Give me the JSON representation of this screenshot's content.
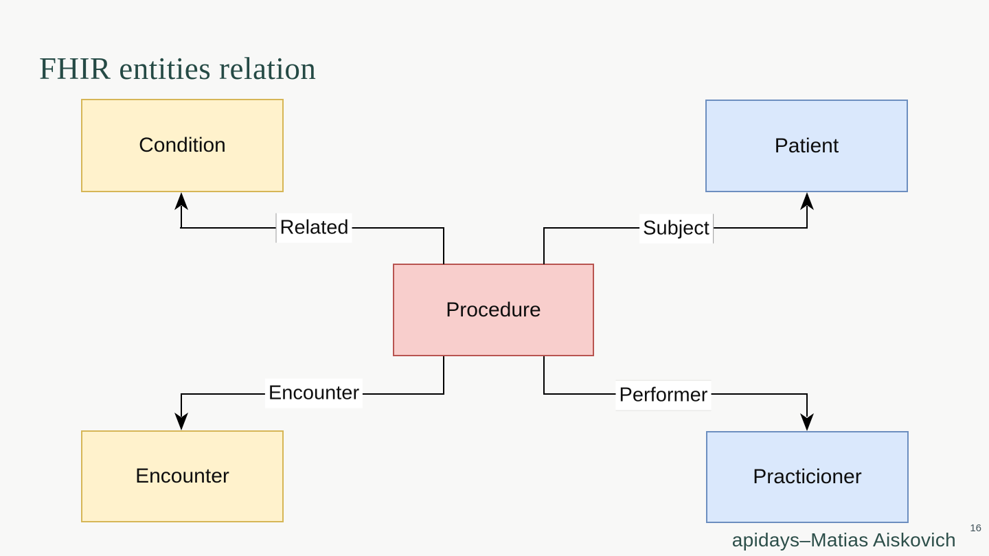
{
  "slide": {
    "title": "FHIR entities relation",
    "footer": "apidays–Matias Aiskovich",
    "page_number": "16",
    "background_color": "#f8f8f7",
    "title_color": "#254a45",
    "footer_color": "#2d4f4a"
  },
  "diagram": {
    "line_color": "#000000",
    "nodes": [
      {
        "id": "condition",
        "label": "Condition",
        "fill": "#fff2cc",
        "stroke": "#d6b656"
      },
      {
        "id": "patient",
        "label": "Patient",
        "fill": "#dae8fc",
        "stroke": "#6c8ebf"
      },
      {
        "id": "procedure",
        "label": "Procedure",
        "fill": "#f8cecc",
        "stroke": "#b85450"
      },
      {
        "id": "encounter",
        "label": "Encounter",
        "fill": "#fff2cc",
        "stroke": "#d6b656"
      },
      {
        "id": "practicioner",
        "label": "Practicioner",
        "fill": "#dae8fc",
        "stroke": "#6c8ebf"
      }
    ],
    "edges": [
      {
        "label": "Related",
        "from": "Procedure",
        "to": "Condition"
      },
      {
        "label": "Subject",
        "from": "Procedure",
        "to": "Patient"
      },
      {
        "label": "Encounter",
        "from": "Procedure",
        "to": "Encounter"
      },
      {
        "label": "Performer",
        "from": "Procedure",
        "to": "Practicioner"
      }
    ]
  }
}
